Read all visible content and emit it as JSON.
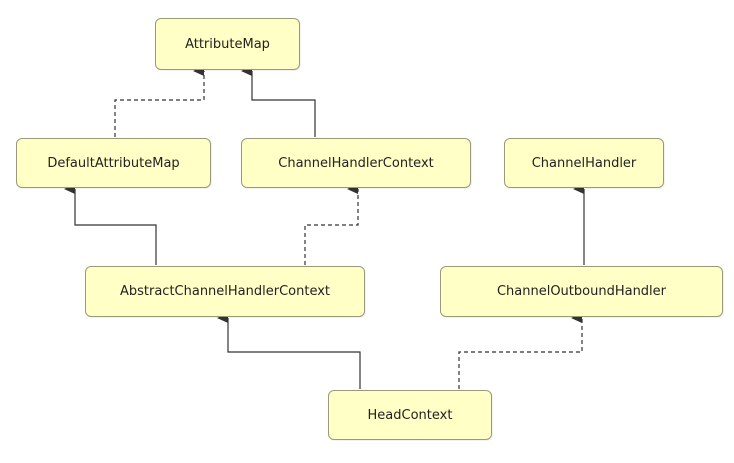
{
  "diagram": {
    "nodes": [
      {
        "id": "attribute_map",
        "label": "AttributeMap"
      },
      {
        "id": "default_attribute_map",
        "label": "DefaultAttributeMap"
      },
      {
        "id": "channel_handler_context",
        "label": "ChannelHandlerContext"
      },
      {
        "id": "channel_handler",
        "label": "ChannelHandler"
      },
      {
        "id": "abstract_channel_handler_context",
        "label": "AbstractChannelHandlerContext"
      },
      {
        "id": "channel_outbound_handler",
        "label": "ChannelOutboundHandler"
      },
      {
        "id": "head_context",
        "label": "HeadContext"
      }
    ],
    "edges": [
      {
        "from": "default_attribute_map",
        "to": "attribute_map",
        "style": "dashed"
      },
      {
        "from": "channel_handler_context",
        "to": "attribute_map",
        "style": "solid"
      },
      {
        "from": "abstract_channel_handler_context",
        "to": "default_attribute_map",
        "style": "solid"
      },
      {
        "from": "abstract_channel_handler_context",
        "to": "channel_handler_context",
        "style": "dashed"
      },
      {
        "from": "channel_outbound_handler",
        "to": "channel_handler",
        "style": "solid"
      },
      {
        "from": "head_context",
        "to": "abstract_channel_handler_context",
        "style": "solid"
      },
      {
        "from": "head_context",
        "to": "channel_outbound_handler",
        "style": "dashed"
      }
    ]
  }
}
